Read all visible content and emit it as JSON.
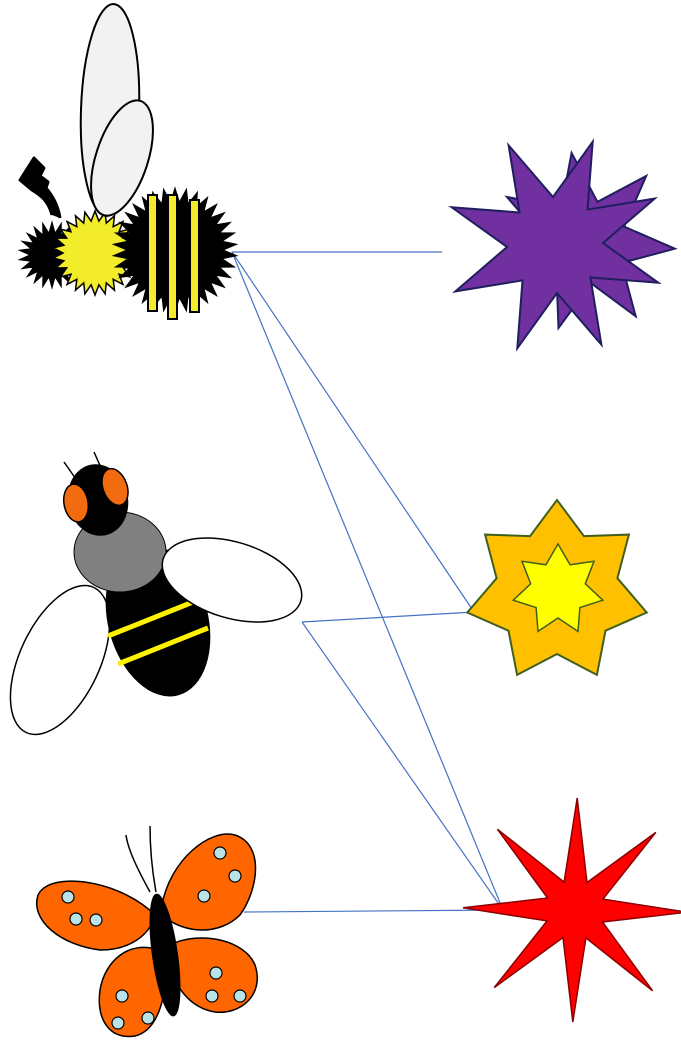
{
  "diagram": {
    "kind": "pollinator-flower network",
    "pollinators": [
      {
        "id": "bumblebee",
        "icon": "bumblebee-icon"
      },
      {
        "id": "honeybee",
        "icon": "honeybee-icon"
      },
      {
        "id": "butterfly",
        "icon": "butterfly-icon"
      }
    ],
    "flowers": [
      {
        "id": "purple-flower",
        "icon": "purple-star-flower-icon",
        "color": "#7030A0"
      },
      {
        "id": "yellow-flower",
        "icon": "yellow-star-flower-icon",
        "color": "#FFC000"
      },
      {
        "id": "red-flower",
        "icon": "red-star-flower-icon",
        "color": "#FF0000"
      }
    ],
    "links": [
      {
        "from": "bumblebee",
        "to": "purple-flower"
      },
      {
        "from": "bumblebee",
        "to": "yellow-flower"
      },
      {
        "from": "bumblebee",
        "to": "red-flower"
      },
      {
        "from": "honeybee",
        "to": "yellow-flower"
      },
      {
        "from": "honeybee",
        "to": "red-flower"
      },
      {
        "from": "butterfly",
        "to": "red-flower"
      }
    ],
    "link_color": "#4472C4"
  }
}
